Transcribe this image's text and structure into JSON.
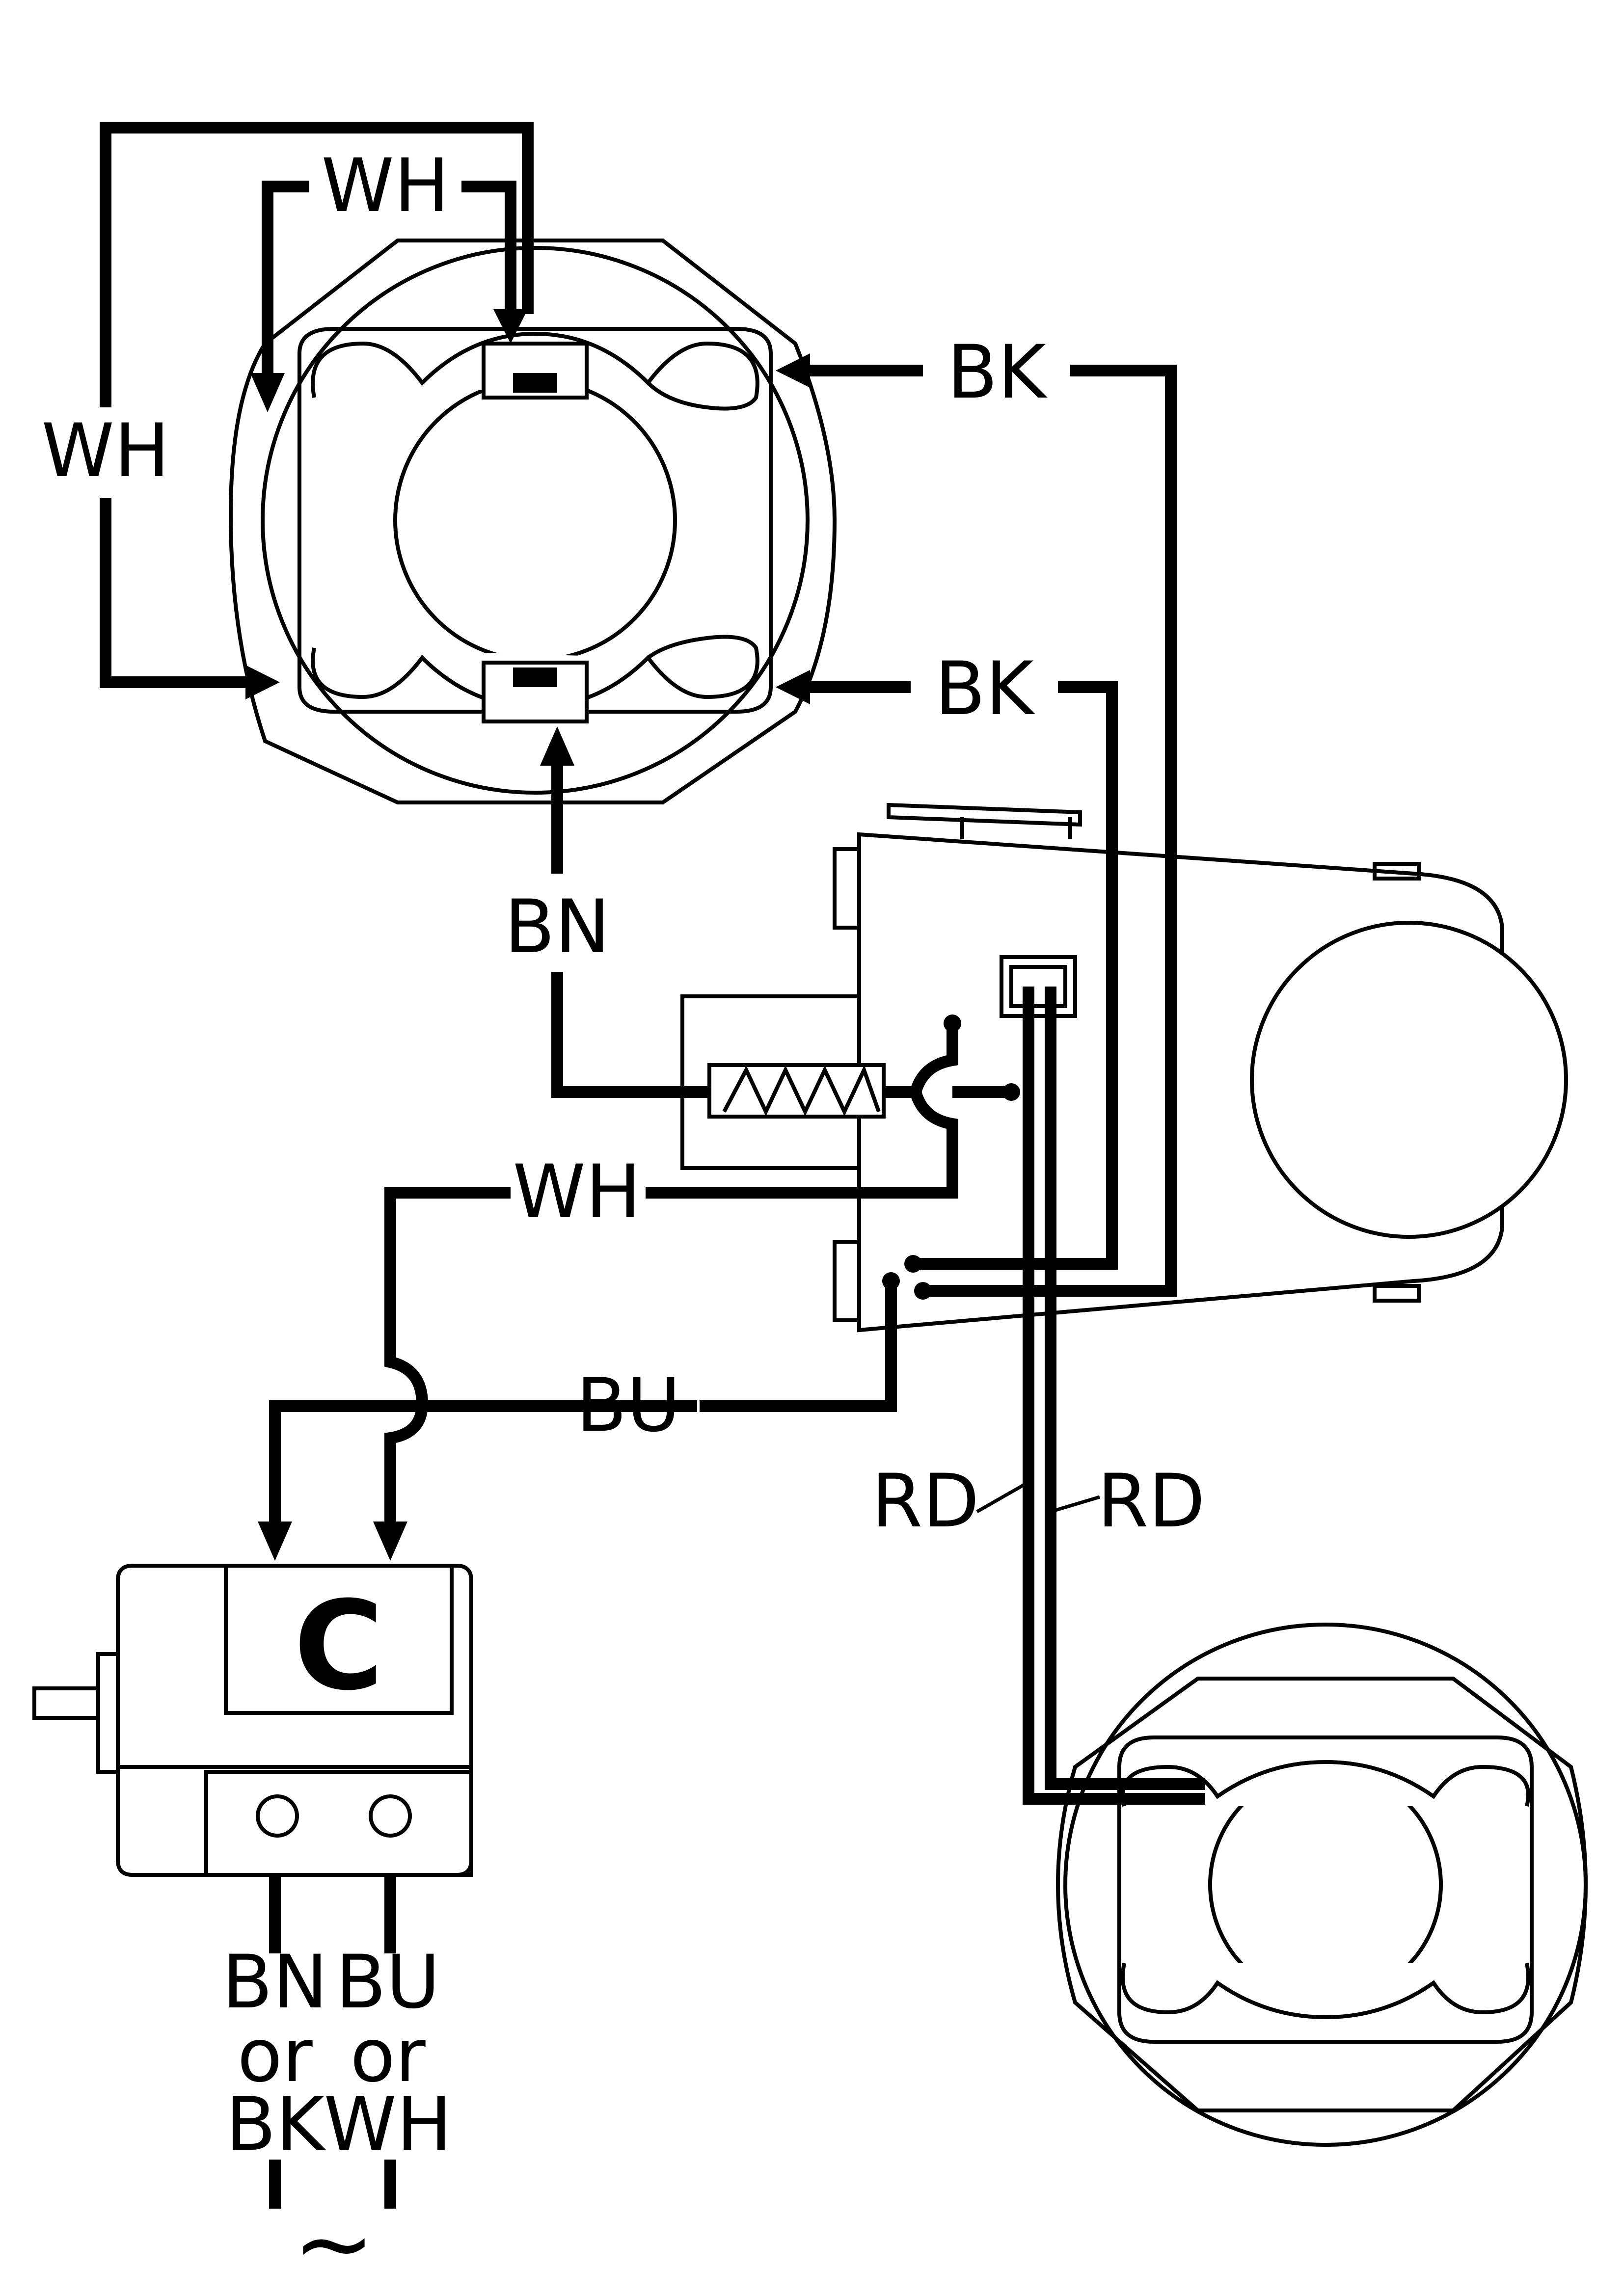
{
  "wire_labels": {
    "wh_outer": "WH",
    "wh_top": "WH",
    "bk_upper": "BK",
    "bk_lower": "BK",
    "bn": "BN",
    "wh_mid": "WH",
    "bu": "BU",
    "rd_left": "RD",
    "rd_right": "RD"
  },
  "capacitor": {
    "label": "C"
  },
  "supply": {
    "left_top": "BN",
    "left_mid": "or",
    "left_bot": "BK",
    "right_top": "BU",
    "right_mid": "or",
    "right_bot": "WH",
    "ac_symbol": "~"
  }
}
